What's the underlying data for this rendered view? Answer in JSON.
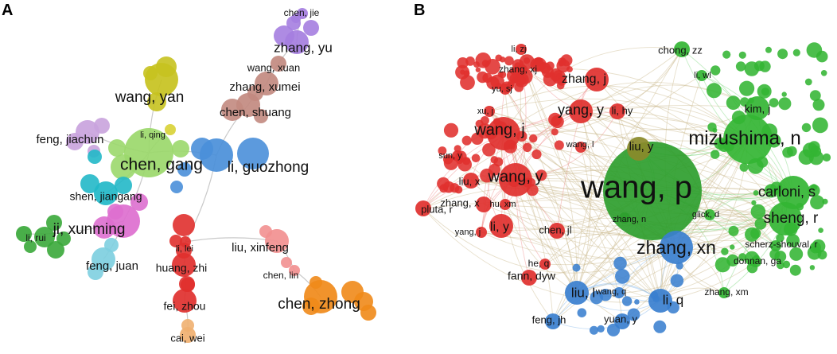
{
  "panels": {
    "a": {
      "letter": "A",
      "edge_color": "#c9c9c9",
      "nodes": [
        {
          "id": "chen_gang",
          "label": "chen, gang",
          "color": "#9bd86b",
          "size": "xl"
        },
        {
          "id": "li_guozhong",
          "label": "li, guozhong",
          "color": "#4a8fd9",
          "size": "l"
        },
        {
          "id": "wang_yan",
          "label": "wang, yan",
          "color": "#c7c21f",
          "size": "l"
        },
        {
          "id": "li_qing",
          "label": "li, qing",
          "color": "#d9d23a",
          "size": "xs"
        },
        {
          "id": "feng_jiachun",
          "label": "feng, jiachun",
          "color": "#c9a3dd",
          "size": "m"
        },
        {
          "id": "shen_jiangang",
          "label": "shen, jiangang",
          "color": "#22b8c8",
          "size": "m"
        },
        {
          "id": "ji_xunming",
          "label": "ji, xunming",
          "color": "#dd6fcf",
          "size": "l"
        },
        {
          "id": "li_rui",
          "label": "li, rui",
          "color": "#3aa83a",
          "size": "s"
        },
        {
          "id": "feng_juan",
          "label": "feng, juan",
          "color": "#7ecfe0",
          "size": "m"
        },
        {
          "id": "huang_zhi",
          "label": "huang, zhi",
          "color": "#e0302e",
          "size": "m"
        },
        {
          "id": "li_lei",
          "label": "li, lei",
          "color": "#e0302e",
          "size": "xs"
        },
        {
          "id": "fei_zhou",
          "label": "fei, zhou",
          "color": "#e0302e",
          "size": "m"
        },
        {
          "id": "cai_wei",
          "label": "cai, wei",
          "color": "#f0b070",
          "size": "s"
        },
        {
          "id": "liu_xinfeng",
          "label": "liu, xinfeng",
          "color": "#f29090",
          "size": "m"
        },
        {
          "id": "chen_lin",
          "label": "chen, lin",
          "color": "#f29090",
          "size": "xs"
        },
        {
          "id": "chen_zhong",
          "label": "chen, zhong",
          "color": "#f08a1a",
          "size": "l"
        },
        {
          "id": "chen_shuang",
          "label": "chen, shuang",
          "color": "#c28a80",
          "size": "m"
        },
        {
          "id": "zhang_xumei",
          "label": "zhang, xumei",
          "color": "#c28a80",
          "size": "m"
        },
        {
          "id": "wang_xuan",
          "label": "wang, xuan",
          "color": "#c28a80",
          "size": "s"
        },
        {
          "id": "zhang_yu",
          "label": "zhang, yu",
          "color": "#a57ee0",
          "size": "m"
        },
        {
          "id": "chen_jie",
          "label": "chen, jie",
          "color": "#a57ee0",
          "size": "xs"
        }
      ]
    },
    "b": {
      "letter": "B",
      "edge_colors": {
        "red": "#f08c8c",
        "green": "#7fd67f",
        "blue": "#7fb3e8",
        "mixed": "#c9b98c"
      },
      "nodes": [
        {
          "id": "wang_p",
          "label": "wang, p",
          "color": "#2e9e2e",
          "size": "xxl"
        },
        {
          "id": "mizushima_n",
          "label": "mizushima, n",
          "color": "#33b533",
          "size": "xl"
        },
        {
          "id": "zhang_xn",
          "label": "zhang, xn",
          "color": "#3a7fcf",
          "size": "l"
        },
        {
          "id": "wang_j",
          "label": "wang, j",
          "color": "#e0302e",
          "size": "l"
        },
        {
          "id": "wang_y",
          "label": "wang, y",
          "color": "#e0302e",
          "size": "l"
        },
        {
          "id": "yang_y",
          "label": "yang, y",
          "color": "#e0302e",
          "size": "m"
        },
        {
          "id": "zhang_j",
          "label": "zhang, j",
          "color": "#e0302e",
          "size": "m"
        },
        {
          "id": "carloni_s",
          "label": "carloni, s",
          "color": "#33b533",
          "size": "l"
        },
        {
          "id": "sheng_r",
          "label": "sheng, r",
          "color": "#33b533",
          "size": "l"
        },
        {
          "id": "kim_j",
          "label": "kim, j",
          "color": "#33b533",
          "size": "m"
        },
        {
          "id": "liu_y",
          "label": "liu, y",
          "color": "#8a8a2a",
          "size": "m"
        },
        {
          "id": "li_hy",
          "label": "li, hy",
          "color": "#e0302e",
          "size": "s"
        },
        {
          "id": "wang_l",
          "label": "wang, l",
          "color": "#e0302e",
          "size": "xs"
        },
        {
          "id": "zhang_n",
          "label": "zhang, n",
          "color": "#2e9e2e",
          "size": "xs"
        },
        {
          "id": "liu_x",
          "label": "liu, x",
          "color": "#e0302e",
          "size": "s"
        },
        {
          "id": "sun_y",
          "label": "sun, y",
          "color": "#e0302e",
          "size": "xs"
        },
        {
          "id": "xu_j",
          "label": "xu, j",
          "color": "#e0302e",
          "size": "xs"
        },
        {
          "id": "yu_sj",
          "label": "yu, sj",
          "color": "#e0302e",
          "size": "xs"
        },
        {
          "id": "zhang_xj",
          "label": "zhang, xj",
          "color": "#e0302e",
          "size": "xs"
        },
        {
          "id": "li_zj",
          "label": "li, zj",
          "color": "#e0302e",
          "size": "xs"
        },
        {
          "id": "chong_zz",
          "label": "chong, zz",
          "color": "#33b533",
          "size": "s"
        },
        {
          "id": "li_wl",
          "label": "li, wl",
          "color": "#33b533",
          "size": "xs"
        },
        {
          "id": "pluta_r",
          "label": "pluta, r",
          "color": "#e0302e",
          "size": "s"
        },
        {
          "id": "zhang_x",
          "label": "zhang, x",
          "color": "#e0302e",
          "size": "s"
        },
        {
          "id": "hu_xm",
          "label": "hu, xm",
          "color": "#e0302e",
          "size": "xs"
        },
        {
          "id": "li_y",
          "label": "li, y",
          "color": "#e0302e",
          "size": "m"
        },
        {
          "id": "yang_j",
          "label": "yang, j",
          "color": "#e0302e",
          "size": "xs"
        },
        {
          "id": "chen_jl",
          "label": "chen, jl",
          "color": "#e0302e",
          "size": "s"
        },
        {
          "id": "glick_d",
          "label": "glick, d",
          "color": "#33b533",
          "size": "xs"
        },
        {
          "id": "scherz_shouval_r",
          "label": "scherz-shouval, r",
          "color": "#33b533",
          "size": "xs"
        },
        {
          "id": "donnan_ga",
          "label": "donnan, ga",
          "color": "#33b533",
          "size": "xs"
        },
        {
          "id": "he_q",
          "label": "he, q",
          "color": "#e0302e",
          "size": "xs"
        },
        {
          "id": "fann_dyw",
          "label": "fann, dyw",
          "color": "#e0302e",
          "size": "s"
        },
        {
          "id": "liu_l",
          "label": "liu, l",
          "color": "#3a7fcf",
          "size": "m"
        },
        {
          "id": "wang_q",
          "label": "wang, q",
          "color": "#3a7fcf",
          "size": "xs"
        },
        {
          "id": "li_q",
          "label": "li, q",
          "color": "#3a7fcf",
          "size": "m"
        },
        {
          "id": "zhang_xm",
          "label": "zhang, xm",
          "color": "#33b533",
          "size": "xs"
        },
        {
          "id": "feng_jh",
          "label": "feng, jh",
          "color": "#3a7fcf",
          "size": "s"
        },
        {
          "id": "yuan_y",
          "label": "yuan, y",
          "color": "#3a7fcf",
          "size": "s"
        }
      ]
    }
  }
}
